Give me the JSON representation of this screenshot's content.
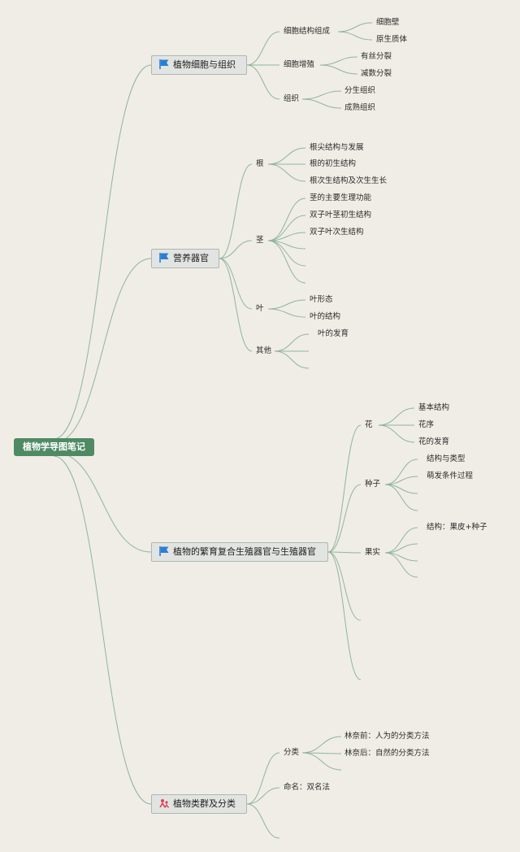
{
  "root": "植物学导图笔记",
  "topics": {
    "cell": "植物细胞与组织",
    "veg": "营养器官",
    "repro": "植物的繁育复合生殖器官与生殖器官",
    "taxa": "植物类群及分类"
  },
  "cell": {
    "structure": "细胞结构组成",
    "cell_wall": "细胞壁",
    "protoplasm": "原生质体",
    "division": "细胞增殖",
    "mitosis": "有丝分裂",
    "meiosis": "减数分裂",
    "tissue": "组织",
    "meristem": "分生组织",
    "mature_tissue": "成熟组织"
  },
  "veg": {
    "root": "根",
    "root_tip": "根尖结构与发展",
    "root_primary": "根的初生结构",
    "root_secondary": "根次生结构及次生生长",
    "stem": "茎",
    "stem_function": "茎的主要生理功能",
    "dicot_stem_primary": "双子叶茎初生结构",
    "dicot_secondary": "双子叶次生结构",
    "leaf": "叶",
    "leaf_shape": "叶形态",
    "leaf_structure": "叶的结构",
    "other": "其他",
    "leaf_development": "叶的发育"
  },
  "repro": {
    "flower": "花",
    "basic_structure": "基本结构",
    "inflorescence": "花序",
    "flower_development": "花的发育",
    "seed": "种子",
    "seed_types": "结构与类型",
    "germination": "萌发条件过程",
    "fruit": "果实",
    "fruit_structure": "结构：果皮+种子"
  },
  "taxa": {
    "classification": "分类",
    "pre_linnaeus": "林奈前：人为的分类方法",
    "post_linnaeus": "林奈后：自然的分类方法",
    "naming": "命名：双名法"
  },
  "colors": {
    "background": "#f0ede6",
    "line": "#8fb59c",
    "root_fill": "#4e8a64",
    "topic_fill": "#e2e4e1",
    "topic_border": "#aeb7b2",
    "flag_icon": "#2a7fd4",
    "people_icon": "#e0405a"
  },
  "icons": {
    "cell": "flag-icon",
    "veg": "flag-icon",
    "repro": "flag-icon",
    "taxa": "people-icon"
  }
}
